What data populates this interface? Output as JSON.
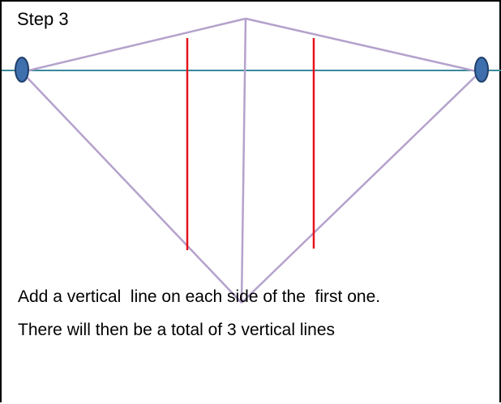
{
  "step_title": "Step 3",
  "instructions": {
    "line1": "Add a vertical  line on each side of the  first one.",
    "line2": "There will then be a total of 3 vertical lines"
  },
  "colors": {
    "horizon": "#3a8a9c",
    "construction": "#b4a2cc",
    "vertical": "#e8131b",
    "vanishing_point_fill": "#3f6fad",
    "vanishing_point_stroke": "#1f3f6a"
  }
}
